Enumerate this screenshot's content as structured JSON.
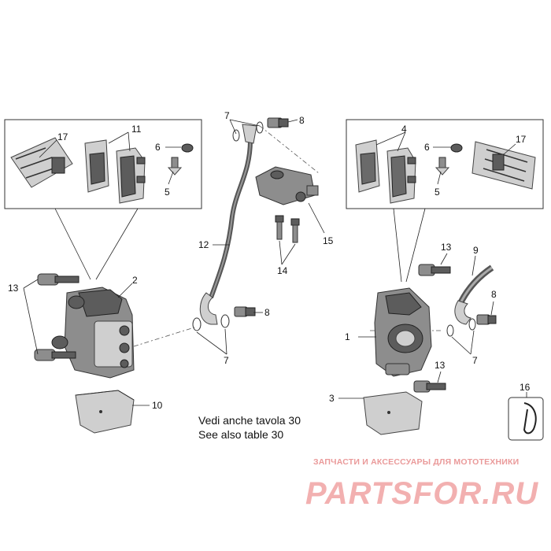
{
  "note": {
    "line1": "Vedi anche tavola 30",
    "line2": "See also table 30"
  },
  "watermark": {
    "tagline": "ЗАПЧАСТИ И АКСЕССУАРЫ ДЛЯ МОТОТЕХНИКИ",
    "logo": "PARTSFOR.RU",
    "color": "#f2b0b0"
  },
  "callouts": [
    {
      "id": "c17-left",
      "label": "17"
    },
    {
      "id": "c11",
      "label": "11"
    },
    {
      "id": "c6-left",
      "label": "6"
    },
    {
      "id": "c5-left",
      "label": "5"
    },
    {
      "id": "c2",
      "label": "2"
    },
    {
      "id": "c13-left",
      "label": "13"
    },
    {
      "id": "c10",
      "label": "10"
    },
    {
      "id": "c7-top",
      "label": "7"
    },
    {
      "id": "c8-top",
      "label": "8"
    },
    {
      "id": "c12",
      "label": "12"
    },
    {
      "id": "c15",
      "label": "15"
    },
    {
      "id": "c14",
      "label": "14"
    },
    {
      "id": "c8-mid",
      "label": "8"
    },
    {
      "id": "c7-mid",
      "label": "7"
    },
    {
      "id": "c4",
      "label": "4"
    },
    {
      "id": "c6-right",
      "label": "6"
    },
    {
      "id": "c5-right",
      "label": "5"
    },
    {
      "id": "c17-right",
      "label": "17"
    },
    {
      "id": "c13-right-top",
      "label": "13"
    },
    {
      "id": "c9",
      "label": "9"
    },
    {
      "id": "c8-right",
      "label": "8"
    },
    {
      "id": "c1",
      "label": "1"
    },
    {
      "id": "c7-right",
      "label": "7"
    },
    {
      "id": "c13-right-bottom",
      "label": "13"
    },
    {
      "id": "c3",
      "label": "3"
    },
    {
      "id": "c16",
      "label": "16"
    }
  ]
}
